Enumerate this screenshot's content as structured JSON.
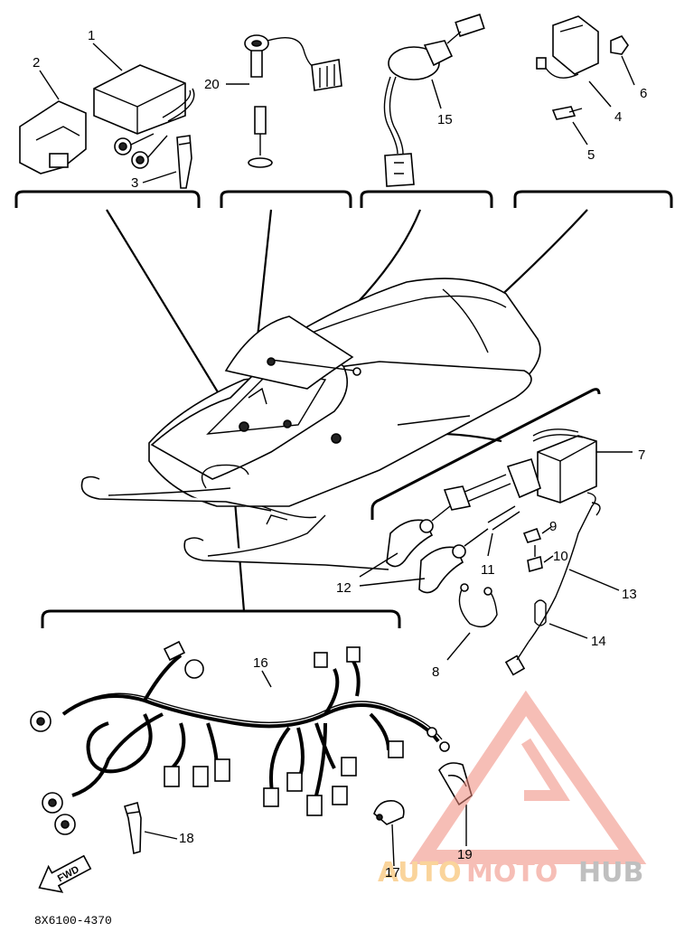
{
  "diagram": {
    "code": "8X6100-4370",
    "fwd_label": "FWD",
    "callouts": [
      {
        "id": "c1",
        "num": "1"
      },
      {
        "id": "c2",
        "num": "2"
      },
      {
        "id": "c3",
        "num": "3"
      },
      {
        "id": "c4",
        "num": "4"
      },
      {
        "id": "c5",
        "num": "5"
      },
      {
        "id": "c6",
        "num": "6"
      },
      {
        "id": "c7",
        "num": "7"
      },
      {
        "id": "c8",
        "num": "8"
      },
      {
        "id": "c9",
        "num": "9"
      },
      {
        "id": "c10",
        "num": "10"
      },
      {
        "id": "c11",
        "num": "11"
      },
      {
        "id": "c12",
        "num": "12"
      },
      {
        "id": "c13",
        "num": "13"
      },
      {
        "id": "c14",
        "num": "14"
      },
      {
        "id": "c15",
        "num": "15"
      },
      {
        "id": "c16",
        "num": "16"
      },
      {
        "id": "c17",
        "num": "17"
      },
      {
        "id": "c18",
        "num": "18"
      },
      {
        "id": "c19",
        "num": "19"
      },
      {
        "id": "c20",
        "num": "20"
      }
    ]
  },
  "watermark": {
    "brand_part1": "AUTO",
    "brand_part2": "MOTO",
    "brand_part3": "HUB",
    "color_primary": "#f08a7c",
    "color_secondary": "#f6b14a",
    "color_dark": "#8c8c8c"
  }
}
